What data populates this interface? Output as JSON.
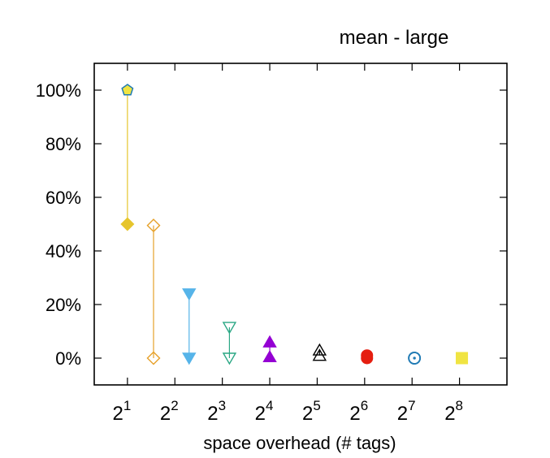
{
  "chart_data": {
    "type": "scatter",
    "title": "mean - large",
    "xlabel": "space overhead (# tags)",
    "ylabel": "",
    "ylim": [
      -10,
      110
    ],
    "y_ticks": [
      {
        "value": 0,
        "label": "0%"
      },
      {
        "value": 20,
        "label": "20%"
      },
      {
        "value": 40,
        "label": "40%"
      },
      {
        "value": 60,
        "label": "60%"
      },
      {
        "value": 80,
        "label": "80%"
      },
      {
        "value": 100,
        "label": "100%"
      }
    ],
    "x_ticks": [
      {
        "exp": 1,
        "base": "2",
        "sup": "1"
      },
      {
        "exp": 2,
        "base": "2",
        "sup": "2"
      },
      {
        "exp": 3,
        "base": "2",
        "sup": "3"
      },
      {
        "exp": 4,
        "base": "2",
        "sup": "4"
      },
      {
        "exp": 5,
        "base": "2",
        "sup": "5"
      },
      {
        "exp": 6,
        "base": "2",
        "sup": "6"
      },
      {
        "exp": 7,
        "base": "2",
        "sup": "7"
      },
      {
        "exp": 8,
        "base": "2",
        "sup": "8"
      }
    ],
    "xlim_exp": [
      0.3,
      9.0
    ],
    "series": [
      {
        "color": "#e6c52c",
        "marker_high": "pentagon",
        "marker_low": "diamond-filled",
        "points": [
          {
            "x_exp": 1.0,
            "high": 100,
            "low": 50
          }
        ]
      },
      {
        "color": "#e6a12a",
        "marker_high": "diamond-open",
        "marker_low": "diamond-open",
        "points": [
          {
            "x_exp": 1.55,
            "high": 49.5,
            "low": 0
          }
        ]
      },
      {
        "color": "#56b4e9",
        "marker_high": "triangle-down-filled",
        "marker_low": "triangle-down-filled",
        "points": [
          {
            "x_exp": 2.3,
            "high": 24,
            "low": 0
          }
        ]
      },
      {
        "color": "#2aa784",
        "marker_high": "triangle-down-open",
        "marker_low": "triangle-down-open",
        "points": [
          {
            "x_exp": 3.15,
            "high": 11.5,
            "low": 0
          }
        ]
      },
      {
        "color": "#9400d3",
        "marker_high": "triangle-up-filled",
        "marker_low": "triangle-up-filled",
        "points": [
          {
            "x_exp": 4.0,
            "high": 6,
            "low": 0.5
          }
        ]
      },
      {
        "color": "#000000",
        "marker_high": "triangle-up-open",
        "marker_low": "triangle-up-open",
        "points": [
          {
            "x_exp": 5.05,
            "high": 3,
            "low": 1
          }
        ]
      },
      {
        "color": "#e51e10",
        "marker_high": "circle-filled",
        "marker_low": "circle-filled",
        "points": [
          {
            "x_exp": 6.05,
            "high": 1,
            "low": 0
          }
        ]
      },
      {
        "color": "#1f7ab4",
        "marker_high": "circle-dot",
        "marker_low": "circle-dot",
        "points": [
          {
            "x_exp": 7.05,
            "high": 0,
            "low": 0
          }
        ]
      },
      {
        "color": "#f0e442",
        "marker_high": "square-filled",
        "marker_low": "square-filled",
        "points": [
          {
            "x_exp": 8.05,
            "high": 0,
            "low": 0
          }
        ]
      }
    ]
  }
}
